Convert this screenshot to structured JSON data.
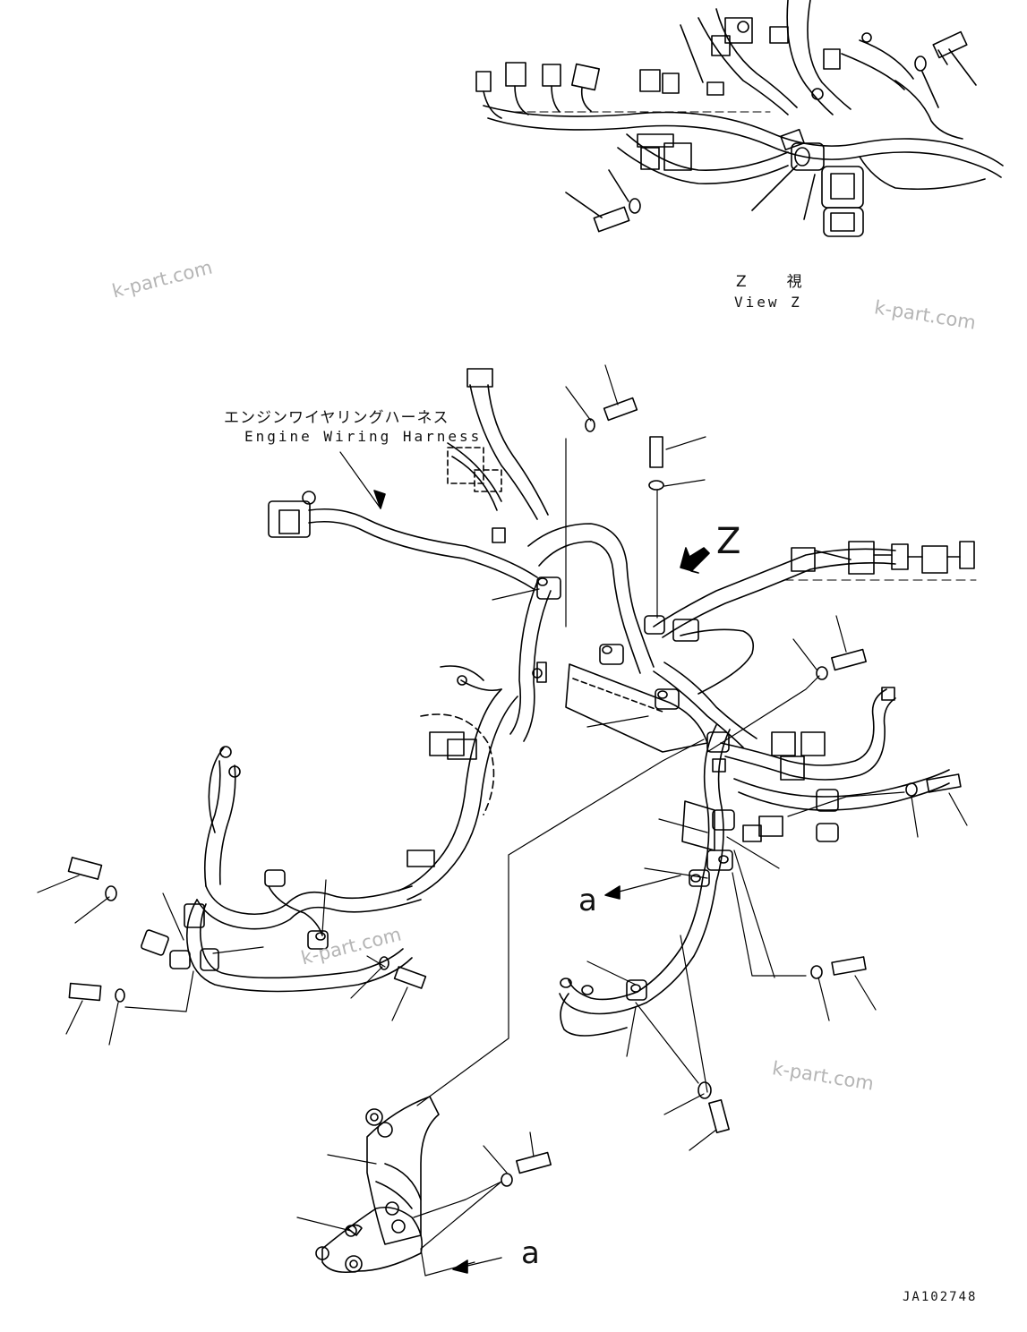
{
  "watermark": "k-part.com",
  "harness_label": {
    "jp": "エンジンワイヤリングハーネス",
    "en": "Engine Wiring Harness"
  },
  "view_label": {
    "jp": "Z　視",
    "en": "View Z"
  },
  "view_arrow_letter": "Z",
  "detail_letter": "a",
  "drawing_code": "JA102748",
  "colors": {
    "line": "#000000",
    "watermark": "#b5b5b5",
    "background": "#ffffff"
  }
}
